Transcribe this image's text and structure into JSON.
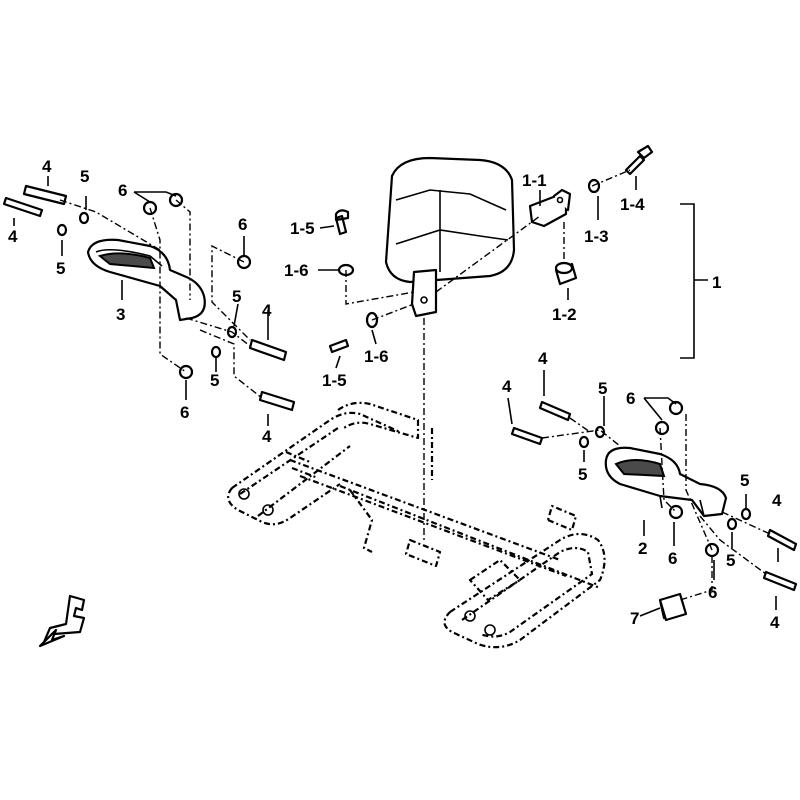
{
  "callouts": {
    "c1": "1",
    "c1_1": "1-1",
    "c1_2": "1-2",
    "c1_3": "1-3",
    "c1_4": "1-4",
    "c1_5a": "1-5",
    "c1_5b": "1-5",
    "c1_6a": "1-6",
    "c1_6b": "1-6",
    "c2": "2",
    "c3": "3",
    "c4a": "4",
    "c4b": "4",
    "c4c": "4",
    "c4d": "4",
    "c4e": "4",
    "c4f": "4",
    "c4g": "4",
    "c4h": "4",
    "c5a": "5",
    "c5b": "5",
    "c5c": "5",
    "c5d": "5",
    "c5e": "5",
    "c5f": "5",
    "c5g": "5",
    "c5h": "5",
    "c6a": "6",
    "c6b": "6",
    "c6c": "6",
    "c6d": "6",
    "c6e": "6",
    "c6f": "6",
    "c7": "7"
  },
  "icons": {
    "front_arrow": "front-direction-arrow-icon"
  }
}
